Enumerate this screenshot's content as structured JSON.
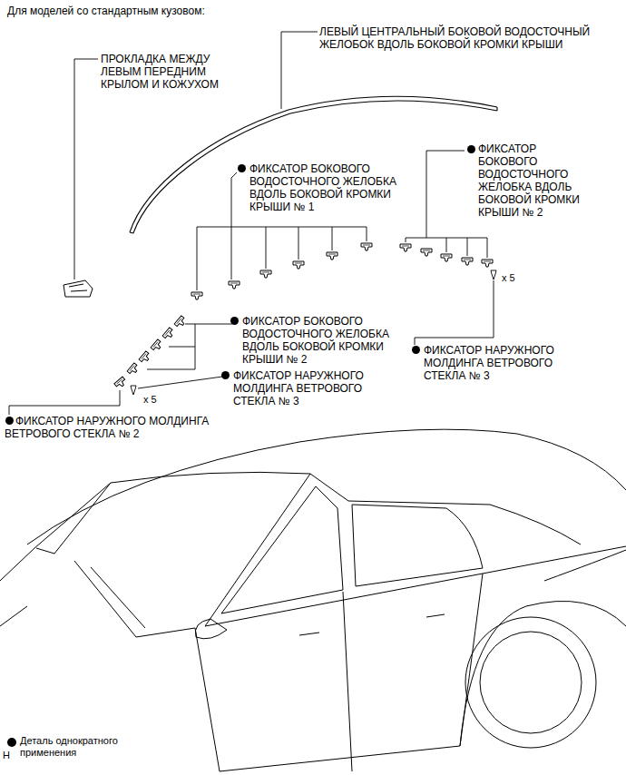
{
  "diagram": {
    "title": "Для моделей со стандартным кузовом:",
    "labels": [
      "ЛЕВЫЙ ЦЕНТРАЛЬНЫЙ БОКОВОЙ ВОДОСТОЧНЫЙ ЖЕЛОБОК ВДОЛЬ БОКОВОЙ КРОМКИ КРЫШИ",
      "ПРОКЛАДКА МЕЖДУ ЛЕВЫМ ПЕРЕДНИМ КРЫЛОМ И КОЖУХОМ",
      "ФИКСАТОР БОКОВОГО ВОДОСТОЧНОГО ЖЕЛОБКА ВДОЛЬ БОКОВОЙ КРОМКИ КРЫШИ № 2",
      "ФИКСАТОР БОКОВОГО ВОДОСТОЧНОГО ЖЕЛОБКА ВДОЛЬ БОКОВОЙ КРОМКИ КРЫШИ № 1",
      "x 5",
      "ФИКСАТОР НАРУЖНОГО МОЛДИНГА ВЕТРОВОГО СТЕКЛА № 3",
      "ФИКСАТОР БОКОВОГО ВОДОСТОЧНОГО ЖЕЛОБКА ВДОЛЬ БОКОВОЙ КРОМКИ КРЫШИ № 2",
      "ФИКСАТОР НАРУЖНОГО МОЛДИНГА ВЕТРОВОГО СТЕКЛА № 3",
      "x 5",
      "ФИКСАТОР НАРУЖНОГО МОЛДИНГА ВЕТРОВОГО СТЕКЛА № 2",
      "H"
    ],
    "legend": [
      {
        "text": "Деталь однократного применения"
      }
    ]
  }
}
